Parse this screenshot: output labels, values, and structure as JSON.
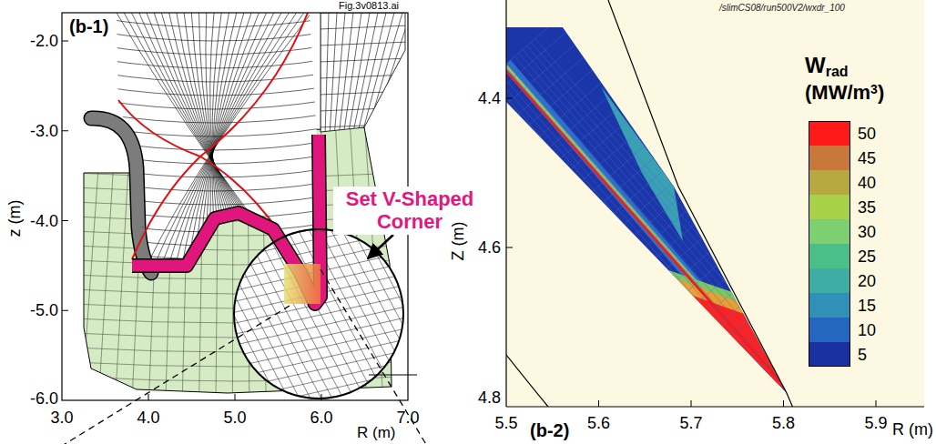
{
  "diagram": {
    "labels": [
      "Fig.3v0813.ai",
      "(b-1)",
      "-2.0",
      "-3.0",
      "-4.0",
      "-5.0",
      "-6.0",
      "z (m)",
      "3.0",
      "4.0",
      "5.0",
      "6.0",
      "7.0",
      "R (m)",
      "Set V-Shaped Corner",
      "/slimCS08/run500V2/wxdr_100",
      "4.4",
      "4.6",
      "4.8",
      "Z (m)",
      "5.5",
      "5.6",
      "5.7",
      "5.8",
      "5.9",
      "R (m)",
      "(b-2)",
      "W",
      "rad",
      "(MW/m",
      "3",
      ")"
    ],
    "legend": [
      {
        "text": "50",
        "color": "#ff1a1a"
      },
      {
        "text": "45",
        "color": "#c8783a"
      },
      {
        "text": "40",
        "color": "#b8a840"
      },
      {
        "text": "35",
        "color": "#a8d048"
      },
      {
        "text": "30",
        "color": "#7cd070"
      },
      {
        "text": "25",
        "color": "#4cbf88"
      },
      {
        "text": "20",
        "color": "#3eaea4"
      },
      {
        "text": "15",
        "color": "#3090b8"
      },
      {
        "text": "10",
        "color": "#2466c0"
      },
      {
        "text": "5",
        "color": "#1830a0"
      }
    ]
  }
}
